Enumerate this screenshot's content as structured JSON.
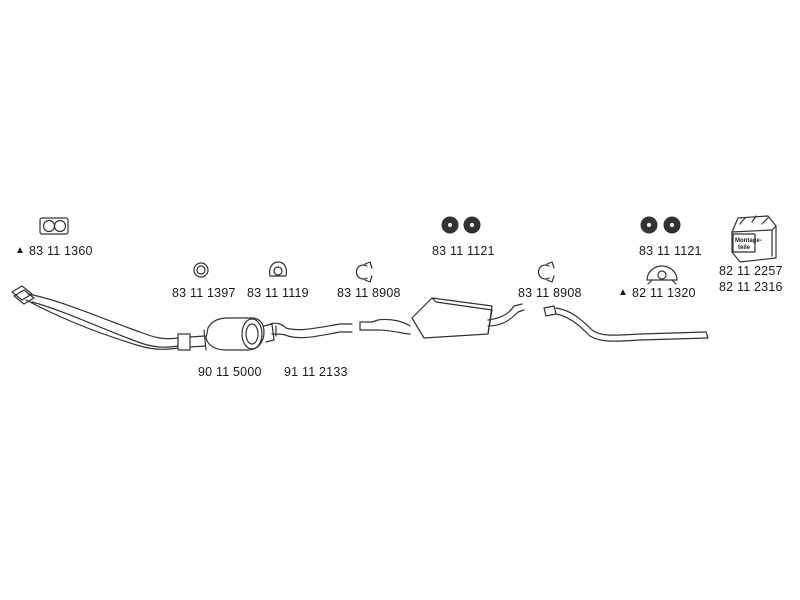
{
  "parts": {
    "gasket_front": {
      "number": "83 11 1360",
      "warning_icon": "triangle-icon"
    },
    "ring_seal": {
      "number": "83 11 1397"
    },
    "flange_ring": {
      "number": "83 11 1119"
    },
    "clamp_front": {
      "number": "83 11 8908"
    },
    "rubber_mount_front": {
      "number": "83 11 1121"
    },
    "clamp_rear": {
      "number": "83 11 8908"
    },
    "rubber_mount_rear": {
      "number": "83 11 1121"
    },
    "hanger": {
      "number": "82 11 1320",
      "warning_icon": "triangle-icon"
    },
    "catalytic_converter": {
      "number": "90 11 5000"
    },
    "middle_pipe": {
      "number": "91 11 2133"
    },
    "mounting_kit": {
      "number_1": "82 11 2257",
      "number_2": "82 11 2316",
      "box_text_1": "Montage-",
      "box_text_2": "teile"
    }
  },
  "colors": {
    "line": "#333333",
    "fill": "#ffffff",
    "text": "#1a1a1a"
  }
}
